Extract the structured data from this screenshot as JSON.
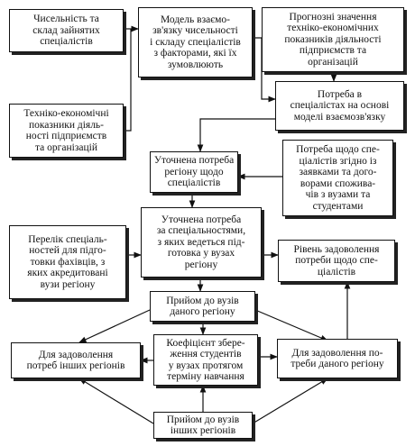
{
  "diagram": {
    "boxes": {
      "chyselnist": "Чисельність та\nсклад зайнятих\nспеціалістів",
      "model": "Модель взаємо-\nзв'язку чисельності\nі складу спеціалістів\nз факторами, які їх\nзумовлюють",
      "prognoz": "Прогнозні значення\nтехніко-економічних\nпоказників діяльності\nпідприємств та\nорганізацій",
      "tekhno": "Техніко-економічні\nпоказники діяль-\nності підприємств\nта організацій",
      "potreba_model": "Потреба в\nспеціалістах на основі\nмоделі взаємозв'язку",
      "utochnena1": "Уточнена потреба\nрегіону щодо\nспеціалістів",
      "potreba_zayavky": "Потреба щодо спе-\nціалістів згідно із\nзаявками та дого-\nворами спожива-\nчів з вузами та\nстудентами",
      "utochnena2": "Уточнена потреба\nза спеціальностями,\nз яких ведеться під-\nготовка у вузах\nрегіону",
      "perelik": "Перелік спеціаль-\nностей для підго-\nтовки фахівців, з\nяких акредитовані\nвузи регіону",
      "riven": "Рівень задоволення\nпотреби щодо спе-\nціалістів",
      "pryiom1": "Прийом до вузів\nданого регіону",
      "inshykh": "Для задоволення\nпотреб інших регіонів",
      "koef": "Коефіцієнт збере-\nження студентів\nу вузах протягом\nтерміну навчання",
      "danoho": "Для задоволення по-\nтреби даного регіону",
      "pryiom2": "Прийом до вузів\nінших регіонів"
    }
  }
}
